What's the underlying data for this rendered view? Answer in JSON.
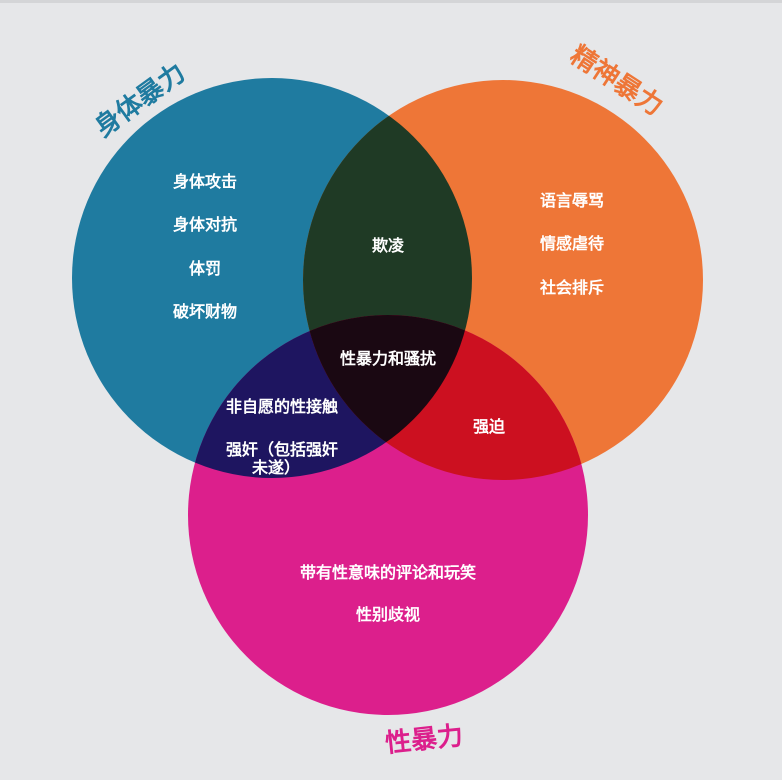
{
  "colors": {
    "background": "#e6e7e9",
    "physical": "#1f7ba0",
    "emotional": "#ee7637",
    "sexual": "#dc1f8c",
    "physical_emotional": "#1f3a25",
    "physical_sexual": "#1e1560",
    "emotional_sexual": "#cc1020",
    "all_three": "#1a0812"
  },
  "titles": {
    "physical": "身体暴力",
    "emotional": "精神暴力",
    "sexual": "性暴力"
  },
  "regions": {
    "physical": [
      "身体攻击",
      "身体对抗",
      "体罚",
      "破坏财物"
    ],
    "emotional": [
      "语言辱骂",
      "情感虐待",
      "社会排斥"
    ],
    "physical_emotional": [
      "欺凌"
    ],
    "all_three": [
      "性暴力和骚扰"
    ],
    "physical_sexual": [
      "非自愿的性接触",
      "强奸（包括强奸",
      "未遂）"
    ],
    "emotional_sexual": [
      "强迫"
    ],
    "sexual": [
      "带有性意味的评论和玩笑",
      "性别歧视"
    ]
  }
}
